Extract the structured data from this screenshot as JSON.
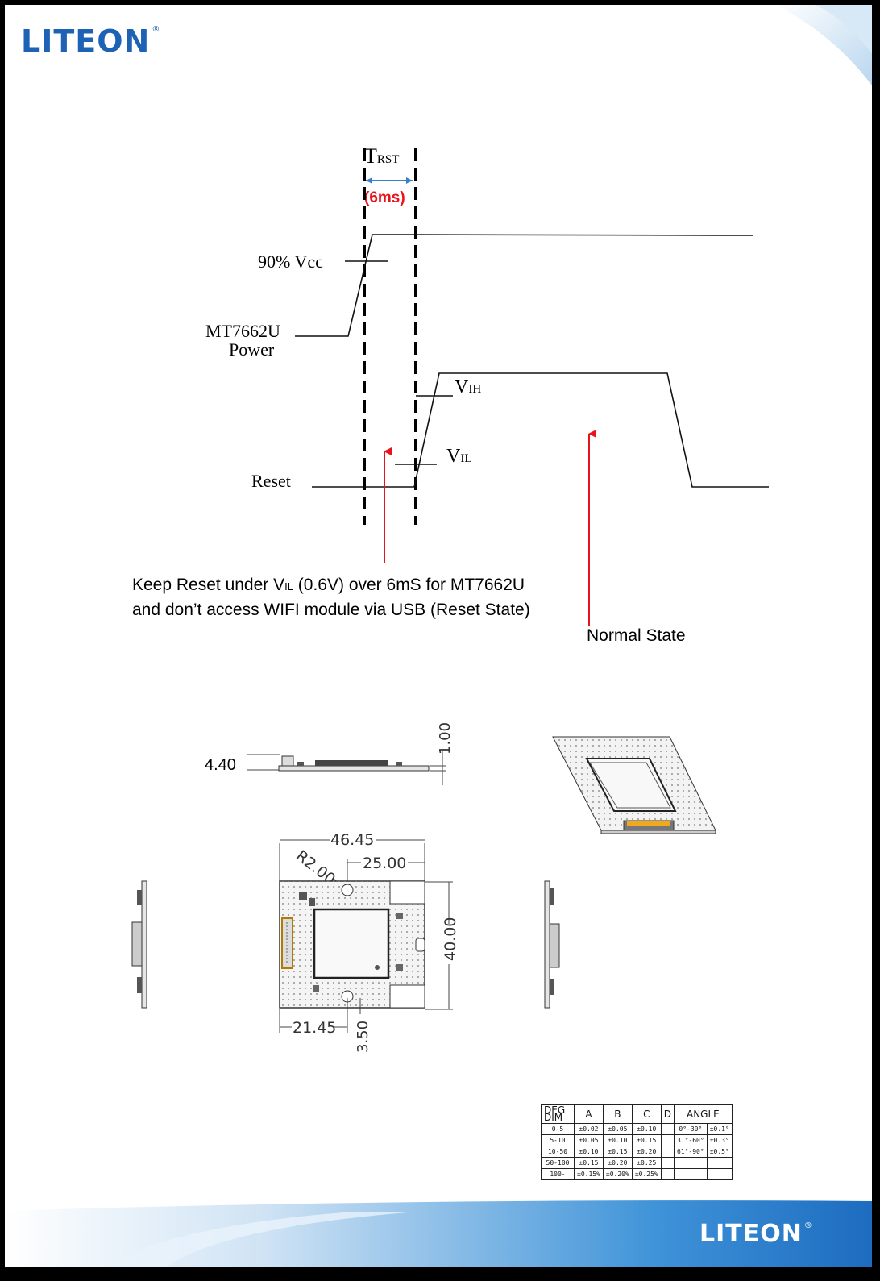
{
  "brand": {
    "logo_text": "LITEON",
    "registered_mark": "®",
    "color": "#1d62b5"
  },
  "timing_diagram": {
    "trst_label": "T",
    "trst_sub": "RST",
    "trst_value": "(6ms)",
    "vcc_label": "90% Vcc",
    "power_label_line1": "MT7662U",
    "power_label_line2": "Power",
    "vih_label": "V",
    "vih_sub": "IH",
    "vil_label": "V",
    "vil_sub": "IL",
    "reset_label": "Reset",
    "note_line1": "Keep Reset under V",
    "note_line1_sub": "IL",
    "note_line1_rest": " (0.6V) over 6mS for MT7662U",
    "note_line2": "and don’t access WIFI module via USB (Reset State)",
    "normal_state": "Normal State",
    "arrow_color": "#e8131b",
    "trst_color": "#3a7fc9"
  },
  "mechanical": {
    "thickness": "4.40",
    "board_thickness": "1.00",
    "width": "46.45",
    "hole_offset": "25.00",
    "radius": "R2.00",
    "height": "40.00",
    "bottom_offset": "21.45",
    "edge_offset": "3.50"
  },
  "tolerance_table": {
    "corner_top": "DEG",
    "corner_bottom": "DIM",
    "columns": [
      "A",
      "B",
      "C",
      "D"
    ],
    "angle_header": "ANGLE",
    "rows": [
      {
        "dim": "0-5",
        "a": "±0.02",
        "b": "±0.05",
        "c": "±0.10",
        "d": "",
        "angle": "0°-30°",
        "angle_tol": "±0.1°"
      },
      {
        "dim": "5-10",
        "a": "±0.05",
        "b": "±0.10",
        "c": "±0.15",
        "d": "",
        "angle": "31°-60°",
        "angle_tol": "±0.3°"
      },
      {
        "dim": "10-50",
        "a": "±0.10",
        "b": "±0.15",
        "c": "±0.20",
        "d": "",
        "angle": "61°-90°",
        "angle_tol": "±0.5°"
      },
      {
        "dim": "50-100",
        "a": "±0.15",
        "b": "±0.20",
        "c": "±0.25",
        "d": "",
        "angle": "",
        "angle_tol": ""
      },
      {
        "dim": "100-",
        "a": "±0.15%",
        "b": "±0.20%",
        "c": "±0.25%",
        "d": "",
        "angle": "",
        "angle_tol": ""
      }
    ]
  }
}
